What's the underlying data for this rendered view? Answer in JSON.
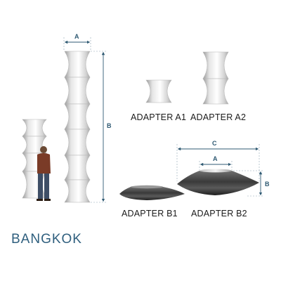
{
  "labels": {
    "adapter_a1": "ADAPTER A1",
    "adapter_a2": "ADAPTER A2",
    "adapter_b1": "ADAPTER B1",
    "adapter_b2": "ADAPTER B2",
    "brand": "BANGKOK"
  },
  "dimensions": {
    "tower_width": "A",
    "tower_height": "B",
    "b2_top": "A",
    "b2_width": "C",
    "b2_height": "B"
  },
  "colors": {
    "dimension_line": "#2f5a73",
    "brand": "#2f5f7e",
    "shade_dark": "#8a8a8a",
    "shade_light": "#ffffff"
  }
}
